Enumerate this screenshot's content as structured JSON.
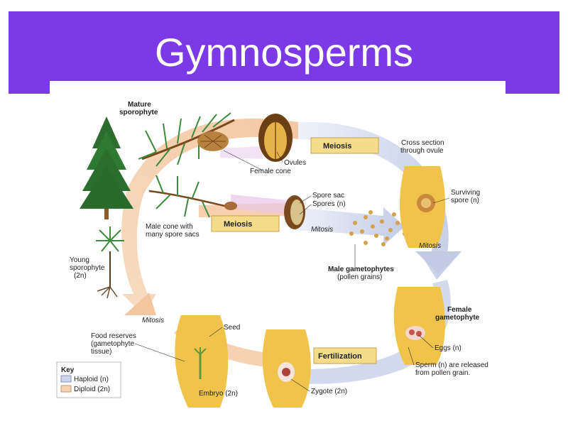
{
  "title": "Gymnosperms",
  "labels": {
    "mature_sporophyte_1": "Mature",
    "mature_sporophyte_2": "sporophyte",
    "ovules": "Ovules",
    "female_cone": "Female cone",
    "meiosis_top": "Meiosis",
    "cross_section_1": "Cross section",
    "cross_section_2": "through ovule",
    "spore_sac": "Spore sac",
    "spores": "Spores (n)",
    "surviving_spore_1": "Surviving",
    "surviving_spore_2": "spore (n)",
    "male_cone_1": "Male cone with",
    "male_cone_2": "many spore sacs",
    "meiosis_mid": "Meiosis",
    "mitosis_mid": "Mitosis",
    "mitosis_right": "Mitosis",
    "young_sporophyte_1": "Young",
    "young_sporophyte_2": "sporophyte",
    "young_sporophyte_3": "(2n)",
    "male_gametophytes_1": "Male gametophytes",
    "male_gametophytes_2": "(pollen grains)",
    "female_gametophyte_1": "Female",
    "female_gametophyte_2": "gametophyte",
    "mitosis_left": "Mitosis",
    "seed": "Seed",
    "food_reserves_1": "Food reserves",
    "food_reserves_2": "(gametophyte",
    "food_reserves_3": "tissue)",
    "fertilization": "Fertilization",
    "eggs": "Eggs (n)",
    "sperm_1": "Sperm (n) are released",
    "sperm_2": "from pollen grain.",
    "embryo": "Embryo (2n)",
    "zygote": "Zygote (2n)"
  },
  "key": {
    "heading": "Key",
    "haploid": "Haploid (n)",
    "diploid": "Diploid (2n)"
  },
  "colors": {
    "title_bar": "#7c3ae6",
    "diploid_arrow": "#f6d2b2",
    "haploid_arrow": "#cdd5ea",
    "meiosis_box": "#f4dc8a",
    "tissue": "#f0c44a"
  }
}
